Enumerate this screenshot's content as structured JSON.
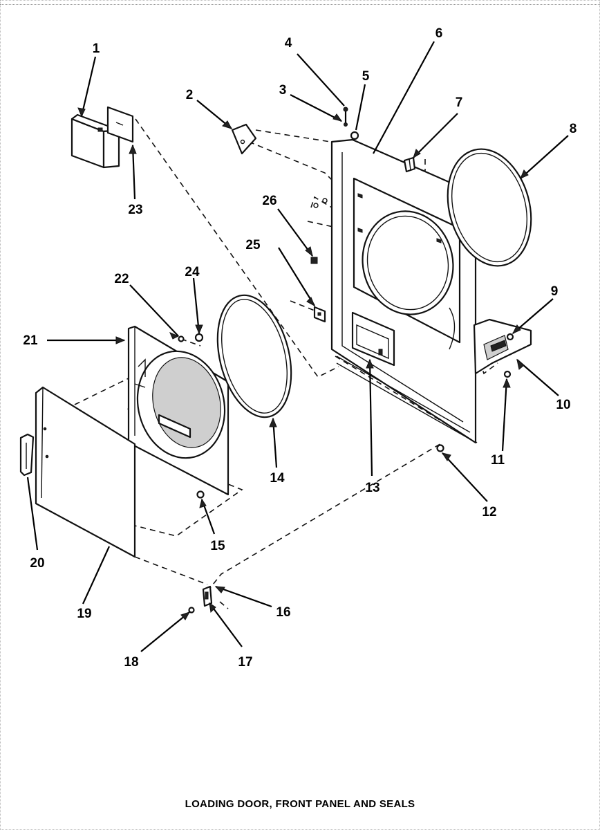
{
  "caption": "LOADING DOOR, FRONT PANEL AND SEALS",
  "callouts": [
    "1",
    "2",
    "3",
    "4",
    "5",
    "6",
    "7",
    "8",
    "9",
    "10",
    "11",
    "12",
    "13",
    "14",
    "15",
    "16",
    "17",
    "18",
    "19",
    "20",
    "21",
    "22",
    "23",
    "24",
    "25",
    "26"
  ]
}
